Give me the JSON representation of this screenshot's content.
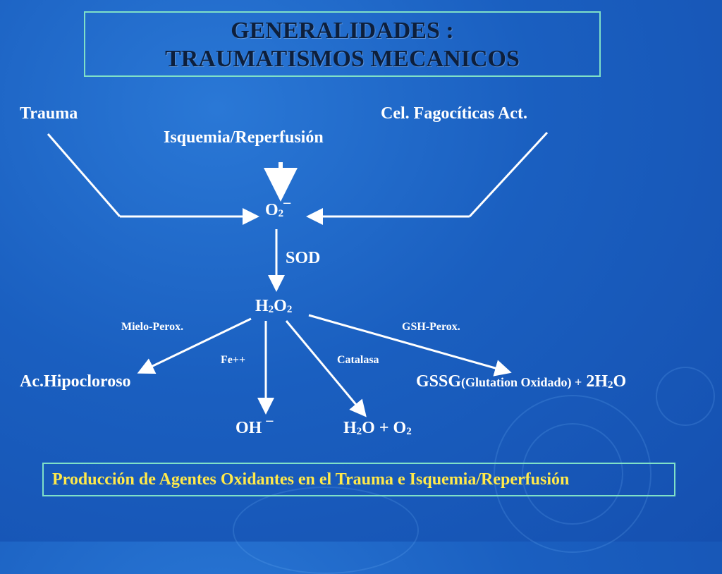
{
  "title": {
    "line1": "GENERALIDADES :",
    "line2": "TRAUMATISMOS MECANICOS"
  },
  "nodes": {
    "trauma": "Trauma",
    "cel_fagociticas": "Cel. Fagocíticas Act.",
    "isquemia": "Isquemia/Reperfusión",
    "o2": "O",
    "o2_sub": "2",
    "o2_sup": "–",
    "sod": "SOD",
    "h2o2_h": "H",
    "h2o2_sub1": "2",
    "h2o2_o": "O",
    "h2o2_sub2": "2",
    "mielo_perox": "Mielo-Perox.",
    "gsh_perox": "GSH-Perox.",
    "fe": "Fe++",
    "catalasa": "Catalasa",
    "ac_hipocloroso": "Ac.Hipocloroso",
    "gssg": "GSSG",
    "gssg_note": "(Glutation Oxidado) +",
    "h2o_end_h": " 2H",
    "h2o_end_sub": "2",
    "h2o_end_o": "O",
    "oh": "OH",
    "oh_sup": "–",
    "h2o_o2_h": "H",
    "h2o_o2_sub1": "2",
    "h2o_o2_mid": "O + O",
    "h2o_o2_sub2": "2"
  },
  "caption": "Producción de Agentes Oxidantes en el Trauma e Isquemia/Reperfusión",
  "colors": {
    "background": "#1a5fc0",
    "title_text": "#0d1f3c",
    "box_border": "#7fe0c8",
    "label_text": "#ffffff",
    "caption_text": "#ffe94a"
  }
}
